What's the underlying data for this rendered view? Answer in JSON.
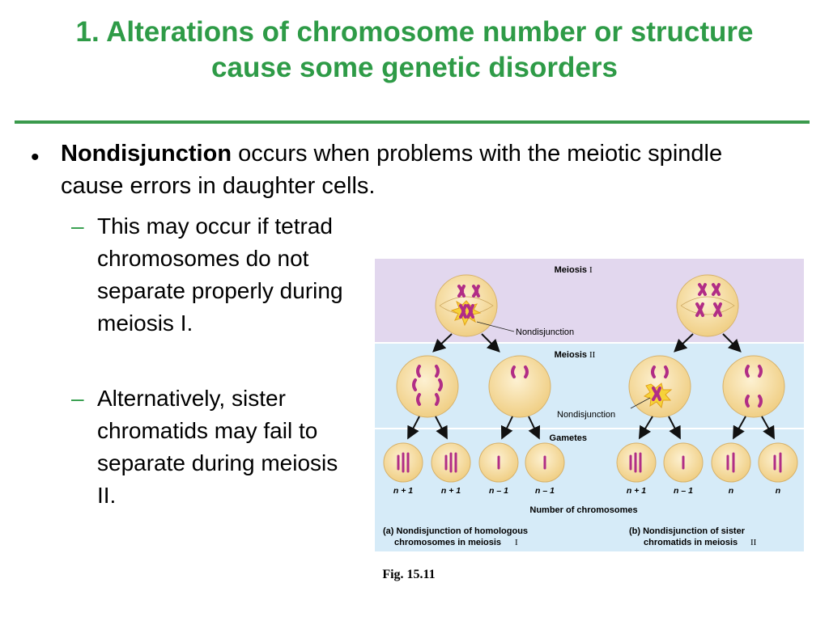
{
  "slide": {
    "title_line1": "1. Alterations of chromosome number or structure",
    "title_line2": "cause some genetic disorders",
    "bullet": {
      "bold": "Nondisjunction",
      "rest": " occurs when problems with the meiotic spindle cause errors in daughter cells."
    },
    "subbullets": [
      {
        "dash": "–",
        "text": "This may occur if tetrad chromosomes do not separate properly during meiosis I."
      },
      {
        "dash": "–",
        "text": "Alternatively, sister chromatids may fail to separate during meiosis II."
      }
    ],
    "caption": "Fig. 15.11"
  },
  "figure": {
    "meiosis1_label": "Meiosis",
    "meiosis1_numeral": "I",
    "meiosis2_label": "Meiosis",
    "meiosis2_numeral": "II",
    "gametes_label": "Gametes",
    "nondisjunction_top": "Nondisjunction",
    "nondisjunction_mid": "Nondisjunction",
    "gamete_counts": [
      "n + 1",
      "n + 1",
      "n – 1",
      "n – 1",
      "n + 1",
      "n – 1",
      "n",
      "n"
    ],
    "number_label": "Number of chromosomes",
    "caption_a_line1": "(a) Nondisjunction of homologous",
    "caption_a_line2": "chromosomes in meiosis",
    "caption_a_numeral": "I",
    "caption_b_line1": "(b) Nondisjunction of sister",
    "caption_b_line2": "chromatids in meiosis",
    "caption_b_numeral": "II",
    "colors": {
      "band_meiosis1": "#e2d7ee",
      "band_meiosis2": "#d6ebf8",
      "band_gametes": "#d6ebf8",
      "cell": "#f7dca0",
      "chromosome": "#b12d86",
      "burst": "#f6d23a",
      "title_green": "#2e9b47"
    }
  }
}
